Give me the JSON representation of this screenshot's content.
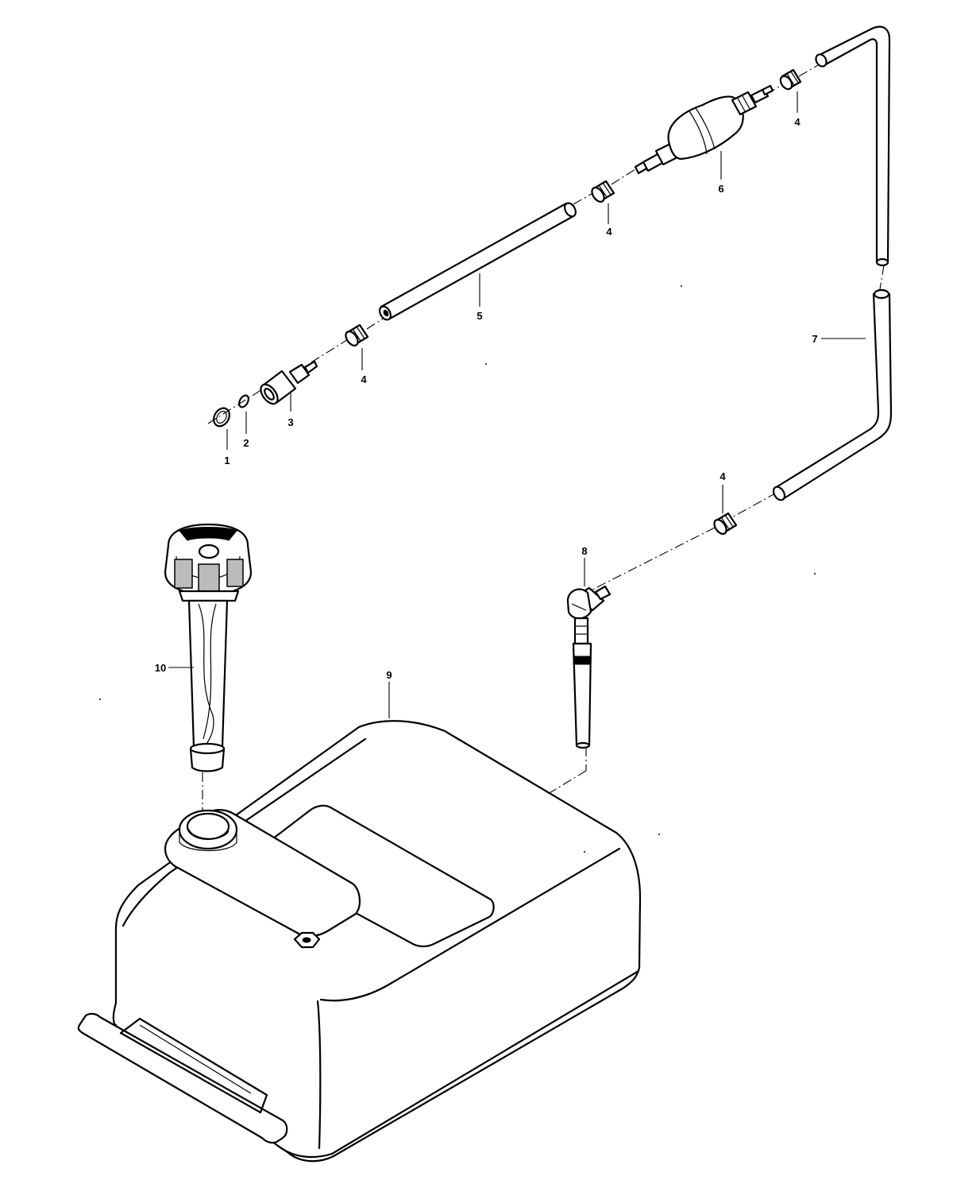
{
  "callouts": {
    "p1": "1",
    "p2": "2",
    "p3": "3",
    "p4a": "4",
    "p4b": "4",
    "p4c": "4",
    "p4d": "4",
    "p5": "5",
    "p6": "6",
    "p7": "7",
    "p8": "8",
    "p9": "9",
    "p10": "10"
  },
  "parts": [
    {
      "number": "1",
      "label_key": "p1"
    },
    {
      "number": "2",
      "label_key": "p2"
    },
    {
      "number": "3",
      "label_key": "p3"
    },
    {
      "number": "4",
      "label_key": "p4a"
    },
    {
      "number": "5",
      "label_key": "p5"
    },
    {
      "number": "6",
      "label_key": "p6"
    },
    {
      "number": "7",
      "label_key": "p7"
    },
    {
      "number": "8",
      "label_key": "p8"
    },
    {
      "number": "9",
      "label_key": "p9"
    },
    {
      "number": "10",
      "label_key": "p10"
    }
  ]
}
